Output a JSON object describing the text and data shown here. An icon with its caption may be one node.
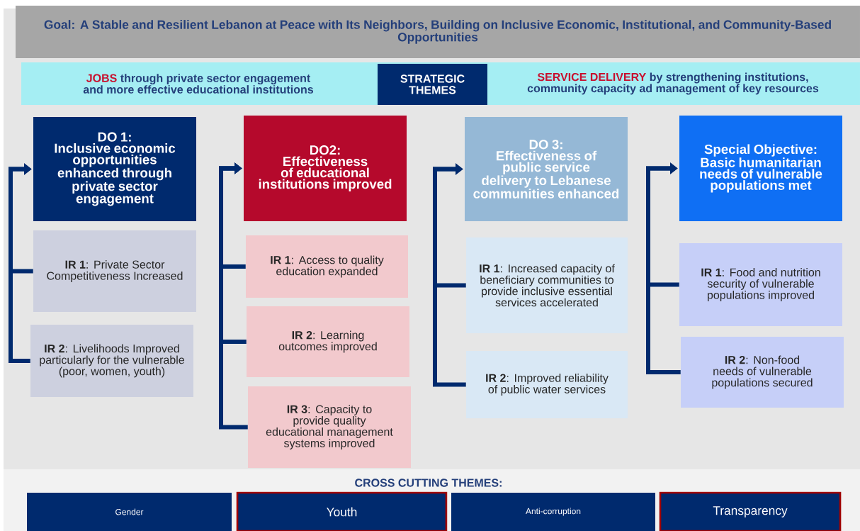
{
  "diagram": {
    "nodes": [
      {
        "text": [
          "Goal: A Stable and Resilient Lebanon at Peace with Its Neighbors, Building on Inclusive Economic, Institutional, and Community-Based Opportunities"
        ]
      },
      {
        "text": [
          "JOBS",
          "through private sector engagement and more effective educational institutions"
        ]
      },
      {
        "text": [
          "STRATEGIC THEMES"
        ]
      },
      {
        "text": [
          "SERVICE DELIVERY",
          "by strengthening institutions, community capacity ad management of key resources"
        ]
      },
      {
        "text": [
          "DO 1:",
          "Inclusive economic opportunities enhanced through private sector engagement"
        ]
      },
      {
        "text": [
          "**IR 1**: Private Sector Competitiveness Increased"
        ]
      },
      {
        "text": [
          "**IR 2**: Livelihoods Improved particularly for the vulnerable (poor, women, youth)"
        ]
      },
      {
        "text": [
          "DO2:",
          "Effectiveness of educational institutions improved"
        ]
      },
      {
        "text": [
          "**IR 1**: Access to quality education expanded"
        ]
      },
      {
        "text": [
          "**IR 2**: Learning outcomes improved"
        ]
      },
      {
        "text": [
          "**IR 3**: Capacity to provide quality educational management systems improved"
        ]
      },
      {
        "text": [
          "DO 3:",
          "Effectiveness of public service delivery to Lebanese communities enhanced"
        ]
      },
      {
        "text": [
          "**IR 1**: Increased capacity of beneficiary communities to provide inclusive essential services accelerated"
        ]
      },
      {
        "text": [
          "**IR 2**: Improved reliability of public water services"
        ]
      },
      {
        "text": [
          "Special Objective:",
          "Basic humanitarian needs of vulnerable populations met"
        ]
      },
      {
        "text": [
          "**IR 1**: Food and nutrition security of vulnerable populations improved"
        ]
      },
      {
        "text": [
          "**IR 2**: Non-food needs of vulnerable populations secured"
        ]
      },
      {
        "text": [
          "Gender"
        ]
      },
      {
        "text": [
          "Youth"
        ]
      },
      {
        "text": [
          "Anti-corruption"
        ]
      },
      {
        "text": [
          "Transparency"
        ]
      }
    ],
    "edges": [
      {
        "from": 5,
        "to": 4,
        "arrow": "to"
      },
      {
        "from": 6,
        "to": 4,
        "arrow": "to"
      },
      {
        "from": 8,
        "to": 7,
        "arrow": "to"
      },
      {
        "from": 9,
        "to": 7,
        "arrow": "to"
      },
      {
        "from": 10,
        "to": 7,
        "arrow": "to"
      },
      {
        "from": 12,
        "to": 11,
        "arrow": "to"
      },
      {
        "from": 13,
        "to": 11,
        "arrow": "to"
      },
      {
        "from": 15,
        "to": 14,
        "arrow": "to"
      },
      {
        "from": 16,
        "to": 14,
        "arrow": "to"
      }
    ],
    "labels": [
      "CROSS CUTTING THEMES:"
    ]
  }
}
